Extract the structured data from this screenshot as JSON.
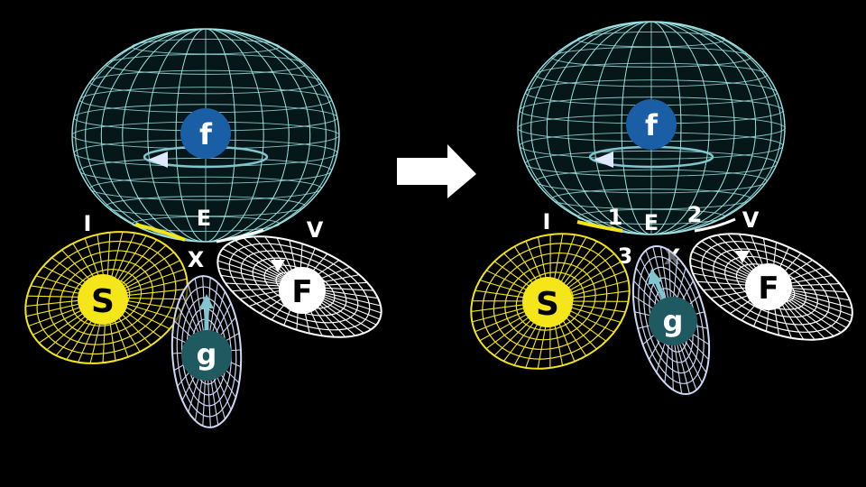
{
  "colors": {
    "background": "#000000",
    "sphere": "#9ee3e3",
    "yellow": "#f5e61a",
    "white": "#ffffff",
    "blue": "#1a5ea6",
    "teal": "#1f5a60",
    "lilac": "#cfd8f5",
    "arrow_teal": "#7fc6cf"
  },
  "arrow_icon": "right-arrow-icon",
  "panels": [
    {
      "sphere_label": "f",
      "labels": {
        "i": "I",
        "e": "E",
        "v": "V",
        "x": "X"
      },
      "discs": {
        "s": "S",
        "f": "F",
        "g": "g"
      }
    },
    {
      "sphere_label": "f",
      "labels": {
        "i": "I",
        "e": "E",
        "v": "V",
        "x": "X"
      },
      "numbers": {
        "n1": "1",
        "n2": "2",
        "n3": "3"
      },
      "discs": {
        "s": "S",
        "f": "F",
        "g": "g"
      }
    }
  ]
}
